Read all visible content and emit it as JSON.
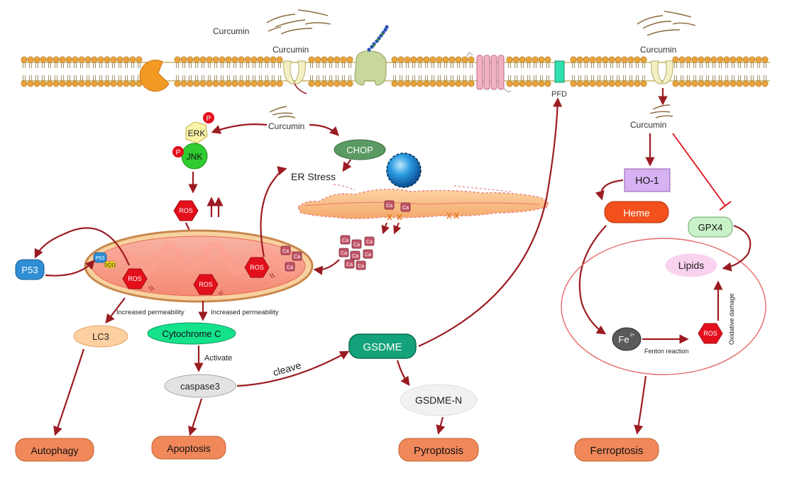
{
  "membrane": {
    "curcumin_top_left": "Curcumin",
    "curcumin_channel_left": "Curcumin",
    "curcumin_channel_right": "Curcumin",
    "pfd": "PFD"
  },
  "nodes": {
    "curcumin_cyto_left": "Curcumin",
    "curcumin_cyto_right": "Curcumin",
    "erk": "ERK",
    "jnk": "JNK",
    "p": "P",
    "ros": "ROS",
    "chop": "CHOP",
    "er_stress": "ER Stress",
    "ca": "Ca",
    "p53": "P53",
    "p53_small": "P53",
    "sod": "SOD",
    "increased_permeability": "Increased permeability",
    "lc3": "LC3",
    "cytochrome_c": "Cytochrome C",
    "activate": "Activate",
    "caspase3": "caspase3",
    "cleave": "cleave",
    "gsdme": "GSDME",
    "gsdme_n": "GSDME-N",
    "ho1": "HO-1",
    "heme": "Heme",
    "gpx4": "GPX4",
    "lipids": "Lipids",
    "fe": "Fe",
    "fe_sup": "2+",
    "fenton_reaction": "Fenton reaction",
    "oxidative_damage": "Oxidative damage"
  },
  "outcomes": {
    "autophagy": "Autophagy",
    "apoptosis": "Apoptosis",
    "pyroptosis": "Pyroptosis",
    "ferroptosis": "Ferroptosis"
  },
  "colors": {
    "arrow": "#9b1b22",
    "lipid_head": "#e8a33a",
    "outcome": "#f0885a",
    "ros": "#e3101c",
    "ca": "#c2566a",
    "mito": "#f37d6a",
    "er": "#f6b07a"
  }
}
